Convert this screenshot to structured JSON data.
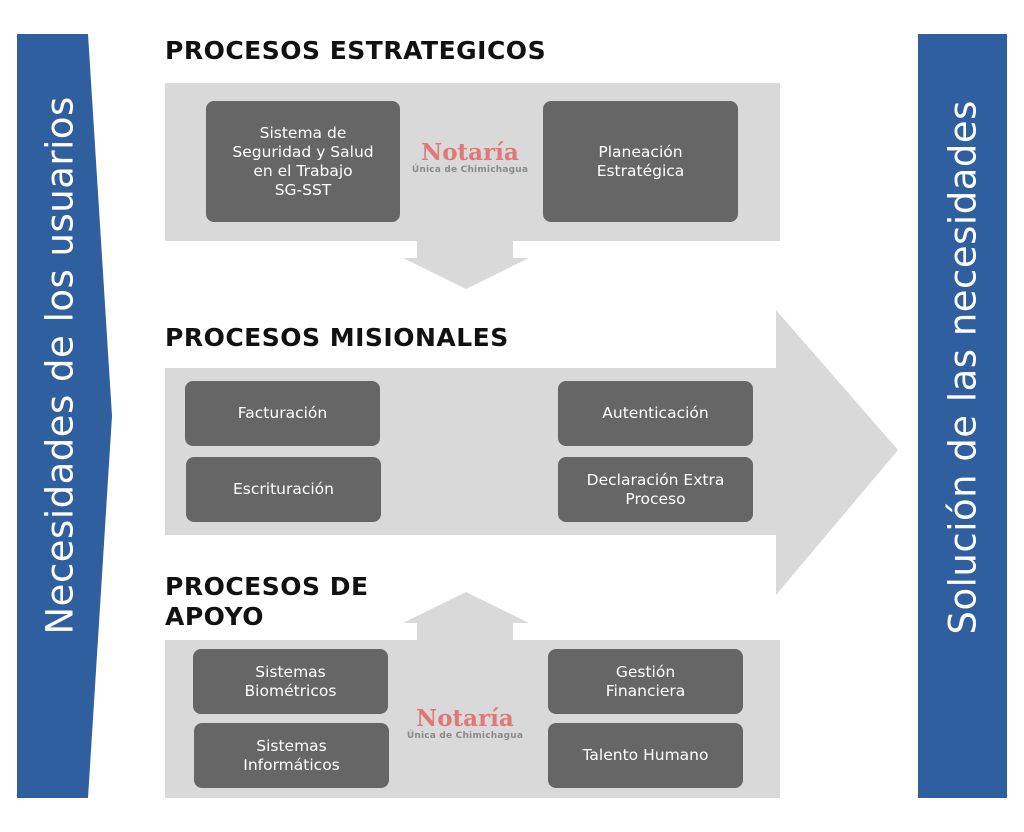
{
  "left_bar": {
    "label": "Necesidades de los usuarios",
    "color": "#2f5f9f"
  },
  "right_bar": {
    "label": "Solución de las necesidades",
    "color": "#2f5f9f"
  },
  "strategic": {
    "title": "PROCESOS ESTRATEGICOS",
    "boxes": [
      "Sistema de\nSeguridad y Salud\nen el Trabajo\nSG-SST",
      "Planeación\nEstratégica"
    ],
    "logo": {
      "title": "Notaría",
      "subtitle": "Única de Chimichagua"
    }
  },
  "missional": {
    "title": "PROCESOS MISIONALES",
    "boxes": [
      "Facturación",
      "Escrituración",
      "Autenticación",
      "Declaración Extra\nProceso"
    ]
  },
  "support": {
    "title": "PROCESOS DE\nAPOYO",
    "boxes": [
      "Sistemas\nBiométricos",
      "Sistemas\nInformáticos",
      "Gestión\nFinanciera",
      "Talento Humano"
    ],
    "logo": {
      "title": "Notaría",
      "subtitle": "Única de Chimichagua"
    }
  },
  "colors": {
    "band": "#d9d9d9",
    "box": "#666666",
    "logo_red": "#e07878"
  }
}
